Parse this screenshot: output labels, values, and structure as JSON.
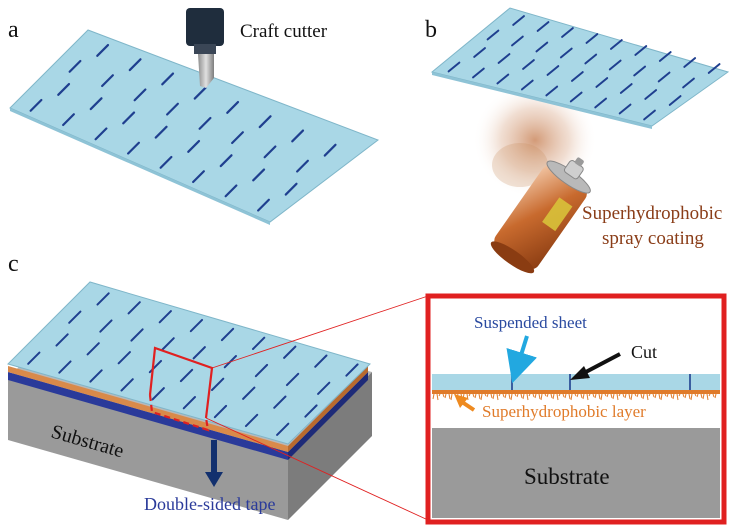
{
  "panels": {
    "a": {
      "label": "a",
      "tool_label": "Craft cutter"
    },
    "b": {
      "label": "b",
      "coating_label_line1": "Superhydrophobic",
      "coating_label_line2": "spray coating"
    },
    "c": {
      "label": "c",
      "substrate_label": "Substrate",
      "tape_label": "Double-sided tape"
    }
  },
  "inset": {
    "sheet_label": "Suspended sheet",
    "cut_label": "Cut",
    "layer_label": "Superhydrophobic layer",
    "substrate_label": "Substrate"
  },
  "colors": {
    "sheet": "#a9d7e6",
    "cuts": "#1f3f8f",
    "spray": "#c98a5a",
    "substrate": "#9a9a9a",
    "tape": "#2a3a9a",
    "layer": "#e07b2a",
    "inset_border": "#e02020",
    "sheet_arrow": "#22a8e0",
    "layer_arrow": "#ee8a20",
    "tape_arrow": "#12306e"
  }
}
